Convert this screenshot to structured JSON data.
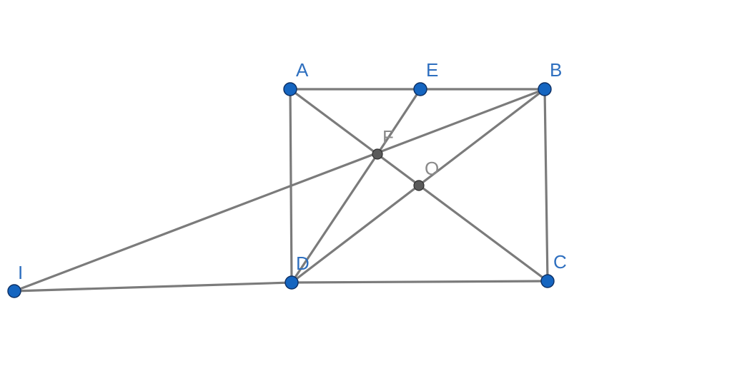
{
  "diagram": {
    "points": [
      {
        "id": "A",
        "label": "A",
        "kind": "free"
      },
      {
        "id": "E",
        "label": "E",
        "kind": "free"
      },
      {
        "id": "B",
        "label": "B",
        "kind": "free"
      },
      {
        "id": "C",
        "label": "C",
        "kind": "free"
      },
      {
        "id": "D",
        "label": "D",
        "kind": "free"
      },
      {
        "id": "I",
        "label": "I",
        "kind": "free"
      },
      {
        "id": "F",
        "label": "F",
        "kind": "dependent"
      },
      {
        "id": "O",
        "label": "O",
        "kind": "dependent"
      }
    ],
    "segments": [
      [
        "A",
        "B"
      ],
      [
        "B",
        "C"
      ],
      [
        "C",
        "D"
      ],
      [
        "D",
        "A"
      ],
      [
        "A",
        "C"
      ],
      [
        "B",
        "D"
      ],
      [
        "E",
        "F"
      ],
      [
        "F",
        "D"
      ],
      [
        "I",
        "B"
      ],
      [
        "I",
        "D"
      ]
    ],
    "colors": {
      "segment": "#7b7b7b",
      "free_point": "#1565c0",
      "dependent_point": "#5a5a5a",
      "free_label": "#2e6fbf",
      "dependent_label": "#8a8a8a"
    }
  }
}
